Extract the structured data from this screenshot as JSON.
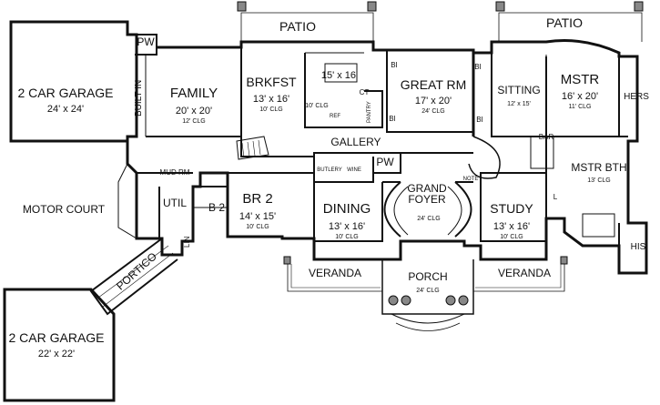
{
  "rooms": {
    "patio_left": "PATIO",
    "patio_right": "PATIO",
    "pw_top": "PW",
    "garage_top": {
      "name": "2 CAR GARAGE",
      "size": "24' x 24'"
    },
    "built_in": "BUILT IN",
    "family": {
      "name": "FAMILY",
      "size": "20' x 20'",
      "clg": "12' CLG"
    },
    "brkfst": {
      "name": "BRKFST",
      "size": "13' x 16'",
      "clg": "10' CLG"
    },
    "kitchen": {
      "size": "15' x 16'",
      "clg": "10' CLG"
    },
    "ref": "REF",
    "pantry": "PANTRY",
    "ct": "CT",
    "bi_1": "BI",
    "bi_2": "BI",
    "bi_3": "BI",
    "bi_4": "BI",
    "great_rm": {
      "name": "GREAT RM",
      "size": "17' x 20'",
      "clg": "24' CLG"
    },
    "sitting": {
      "name": "SITTING",
      "size": "12' x 15'"
    },
    "mstr": {
      "name": "MSTR",
      "size": "16' x 20'",
      "clg": "11' CLG"
    },
    "hers": "HERS",
    "gallery": "GALLERY",
    "bar": "BAR",
    "mstr_bth": {
      "name": "MSTR BTH",
      "clg": "13' CLG"
    },
    "mud_rm": "MUD RM",
    "util": "UTIL",
    "b2": "B 2",
    "lin": "LIN",
    "br2": {
      "name": "BR 2",
      "size": "14' x 15'",
      "clg": "10' CLG"
    },
    "butlery": "BUTLERY",
    "wine": "WINE",
    "pw_mid": "PW",
    "grand_foyer": {
      "name": "GRAND FOYER",
      "clg": "24' CLG"
    },
    "note": "NOTE",
    "dining": {
      "name": "DINING",
      "size": "13' x 16'",
      "clg": "10' CLG"
    },
    "study": {
      "name": "STUDY",
      "size": "13' x 16'",
      "clg": "10' CLG"
    },
    "l": "L",
    "his": "HIS",
    "motor_court": "MOTOR COURT",
    "portico": "PORTICO",
    "veranda_left": "VERANDA",
    "veranda_right": "VERANDA",
    "porch": {
      "name": "PORCH",
      "clg": "24' CLG"
    },
    "garage_bottom": {
      "name": "2 CAR GARAGE",
      "size": "22' x 22'"
    }
  }
}
